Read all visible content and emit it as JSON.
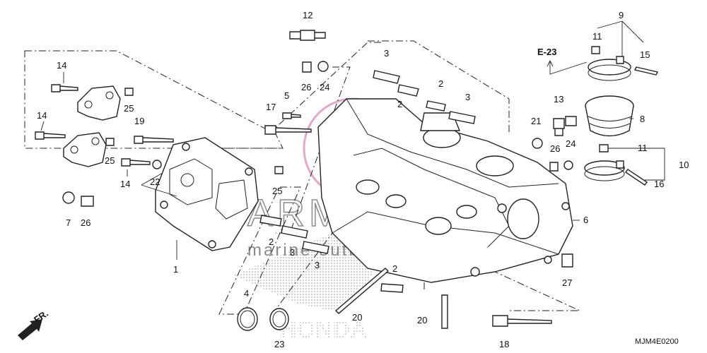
{
  "diagram": {
    "drawing_code": "MJM4E0200",
    "ref_label": "E-23",
    "direction_label": "FR.",
    "callouts": {
      "c1": "1",
      "c2a": "2",
      "c2b": "2",
      "c2c": "2",
      "c2d": "2",
      "c3a": "3",
      "c3b": "3",
      "c3c": "3",
      "c3d": "3",
      "c4": "4",
      "c5": "5",
      "c6": "6",
      "c7": "7",
      "c8": "8",
      "c9": "9",
      "c10": "10",
      "c11a": "11",
      "c11b": "11",
      "c12": "12",
      "c13": "13",
      "c14a": "14",
      "c14b": "14",
      "c14c": "14",
      "c15": "15",
      "c16": "16",
      "c17": "17",
      "c18": "18",
      "c19": "19",
      "c20a": "20",
      "c20b": "20",
      "c21": "21",
      "c22": "22",
      "c23": "23",
      "c24a": "24",
      "c24b": "24",
      "c25a": "25",
      "c25b": "25",
      "c25c": "25",
      "c26a": "26",
      "c26b": "26",
      "c26c": "26",
      "c27": "27"
    }
  },
  "watermark": {
    "logo_text": "ARMADA",
    "tagline": "marine outboards",
    "brand_text": "HONDA"
  }
}
